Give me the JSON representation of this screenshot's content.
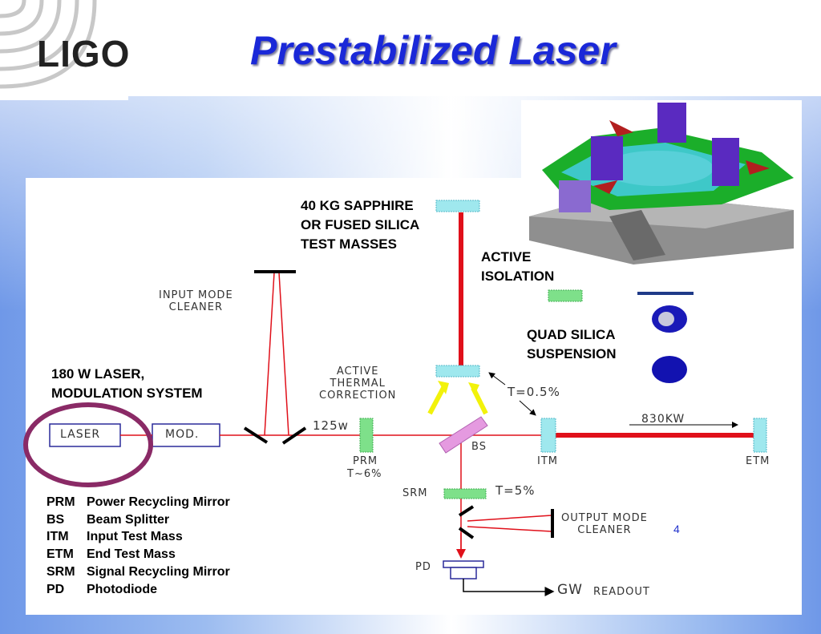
{
  "slide": {
    "logo": "LIGO",
    "title": "Prestabilized Laser",
    "page_number": "4"
  },
  "labels": {
    "test_masses": [
      "40 KG SAPPHIRE",
      "OR FUSED SILICA",
      "TEST MASSES"
    ],
    "active_isolation": [
      "ACTIVE",
      "ISOLATION"
    ],
    "quad_suspension": [
      "QUAD SILICA",
      "SUSPENSION"
    ],
    "laser_system": [
      "180 W LASER,",
      "MODULATION SYSTEM"
    ],
    "input_mode_cleaner": [
      "INPUT MODE",
      "CLEANER"
    ],
    "active_thermal": [
      "ACTIVE",
      "THERMAL",
      "CORRECTION"
    ],
    "t_itm": "T=0.5%",
    "power_prm": "125w",
    "power_arm": "830KW",
    "laser_box": "LASER",
    "mod_box": "MOD.",
    "prm": "PRM",
    "prm_t": "T~6%",
    "bs": "BS",
    "itm": "ITM",
    "etm": "ETM",
    "srm": "SRM",
    "t_srm": "T=5%",
    "output_mode_cleaner": [
      "OUTPUT MODE",
      "CLEANER"
    ],
    "pd": "PD",
    "gw": "GW",
    "readout": "READOUT"
  },
  "legend": [
    {
      "abbr": "PRM",
      "text": "Power Recycling Mirror"
    },
    {
      "abbr": "BS",
      "text": "Beam Splitter"
    },
    {
      "abbr": "ITM",
      "text": "Input Test Mass"
    },
    {
      "abbr": "ETM",
      "text": "End Test Mass"
    },
    {
      "abbr": "SRM",
      "text": "Signal Recycling Mirror"
    },
    {
      "abbr": "PD",
      "text": "Photodiode"
    }
  ],
  "colors": {
    "title": "#1a28d8",
    "beam": "#e0101a",
    "optic_cyan": "#9fe8ee",
    "optic_green": "#7ee08a",
    "beamsplitter": "#e59ae0",
    "highlight_ring": "#8a2a66",
    "arrow_yellow": "#f2f20a"
  }
}
